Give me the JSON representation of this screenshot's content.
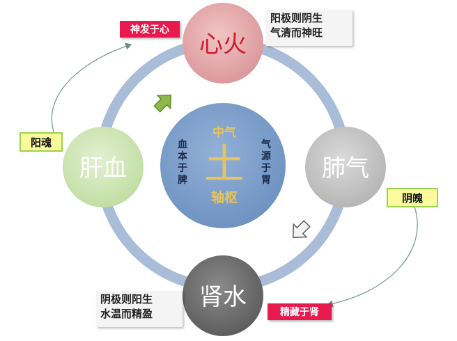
{
  "colors": {
    "ring": "#a9bcd8",
    "heart": "#e7a7a9",
    "liver": "#cde6b5",
    "lung": "#c7c7c7",
    "kidney": "#6f6f6f",
    "center": "#7ea0cc",
    "gold": "#e8c35a",
    "label_pink": "#e8194f",
    "label_yellow": "#fbfb9e"
  },
  "nodes": {
    "heart": "心火",
    "liver": "肝血",
    "lung": "肺气",
    "kidney": "肾水"
  },
  "center": {
    "top": "中气",
    "main": "土",
    "bottom": "轴枢",
    "left_text": [
      "血",
      "本",
      "于",
      "脾"
    ],
    "right_text": [
      "气",
      "源",
      "于",
      "胃"
    ]
  },
  "labels": {
    "shen_fa": "神发于心",
    "yang_hun": "阳魂",
    "yin_po": "阴魄",
    "jing_cang": "精藏于肾"
  },
  "notes": {
    "top_right": [
      "阳极则阴生",
      "气清而神旺"
    ],
    "bottom_left": [
      "阴极则阳生",
      "水温而精盈"
    ]
  },
  "arrows": {
    "up_right": "green-up-right-arrow",
    "down_left": "gray-down-left-arrow"
  }
}
